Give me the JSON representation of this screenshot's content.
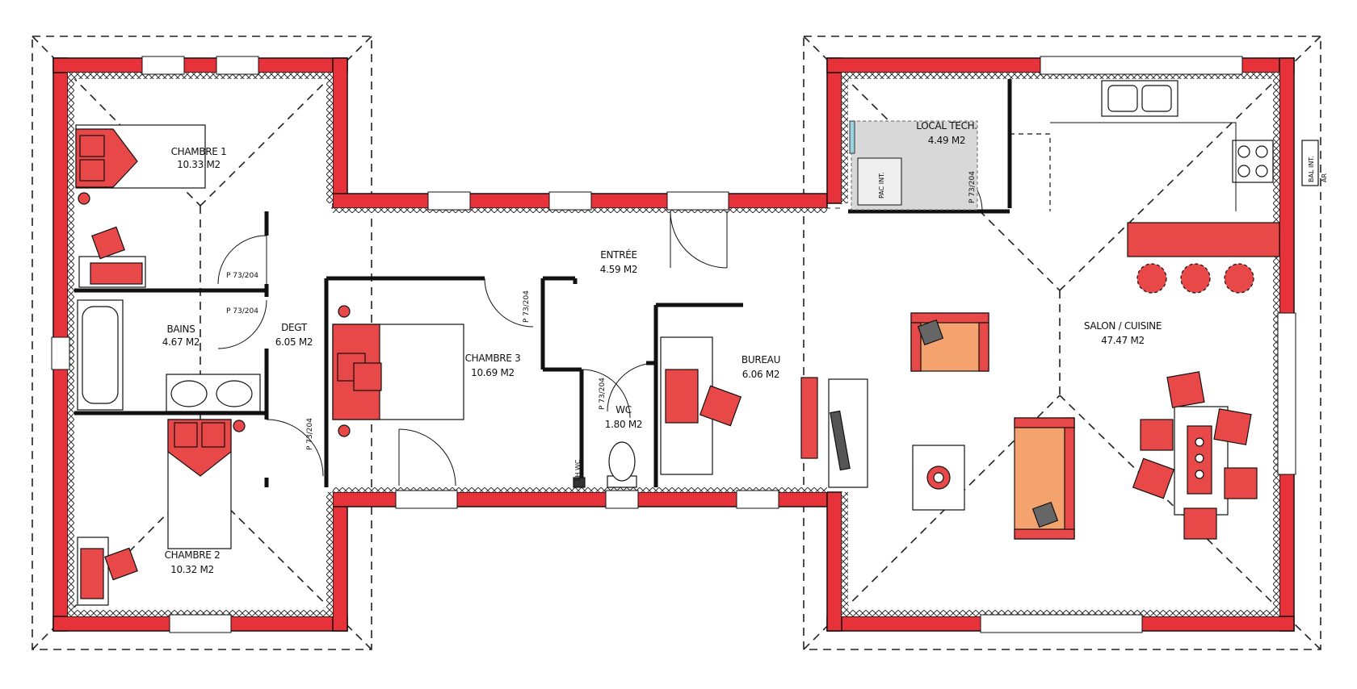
{
  "colors": {
    "wall": "#e8323a",
    "wall_edge": "#111111",
    "furniture_red": "#e84848",
    "furniture_orange": "#f4a36e",
    "tech_room_fill": "#d8d8d8"
  },
  "rooms": {
    "chambre1": {
      "name": "CHAMBRE 1",
      "area": "10.33 M2"
    },
    "chambre2": {
      "name": "CHAMBRE 2",
      "area": "10.32 M2"
    },
    "chambre3": {
      "name": "CHAMBRE 3",
      "area": "10.69 M2"
    },
    "bains": {
      "name": "BAINS",
      "area": "4.67 M2"
    },
    "degt": {
      "name": "DEGT",
      "area": "6.05 M2"
    },
    "entree": {
      "name": "ENTRÉE",
      "area": "4.59 M2"
    },
    "wc": {
      "name": "WC",
      "area": "1.80 M2"
    },
    "bureau": {
      "name": "BUREAU",
      "area": "6.06 M2"
    },
    "local_tech": {
      "name": "LOCAL TECH.",
      "area": "4.49 M2"
    },
    "salon": {
      "name": "SALON / CUISINE",
      "area": "47.47 M2"
    }
  },
  "doors": {
    "d1": "P 73/204",
    "d2": "P 73/204",
    "d3": "P 73/204",
    "d4": "P 73/204",
    "d5": "P 73/204",
    "d6": "P 73/204"
  },
  "labels": {
    "pac": "PAC INT.",
    "lh_wc": "LH WC",
    "bal": "BAL INT.",
    "ar": "AR"
  }
}
